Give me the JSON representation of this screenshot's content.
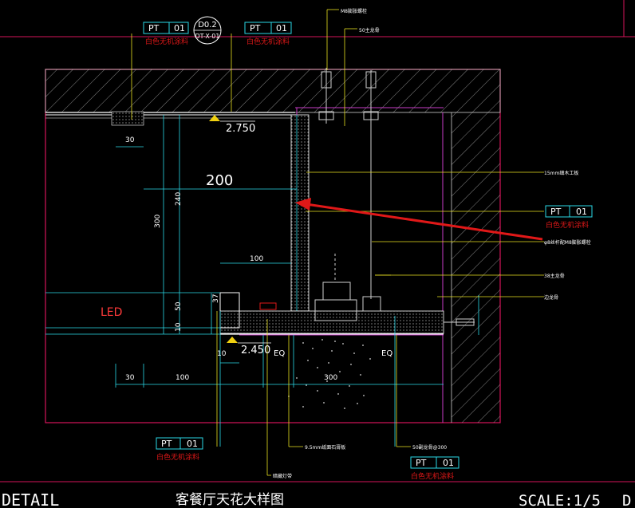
{
  "detail": {
    "circle_top": "D0.2",
    "circle_bottom": "DT-X-01"
  },
  "tags": {
    "pt_label": "PT",
    "pt_num": "01",
    "paint_note": "白色无机涂料"
  },
  "levels": {
    "ceiling_top": "2.750",
    "ceiling_bottom": "2.450"
  },
  "dims": {
    "d30_top": "30",
    "d200": "200",
    "d240": "240",
    "d300_v": "300",
    "d100": "100",
    "d37": "37",
    "d50": "50",
    "d10_v": "10",
    "d10_h": "10",
    "d30_bottom": "30",
    "d100_bottom": "100",
    "d300_h": "300",
    "eq": "EQ"
  },
  "led_label": "LED",
  "callouts": {
    "m8_boom": "M8膨胀螺栓",
    "main_keel_50": "50主龙骨",
    "board_15mm": "15mm细木工板",
    "boom_rod": "φ8丝杆配M8膨胀螺栓",
    "keel_38": "38主龙骨",
    "edge_keel": "边龙骨",
    "gypsum_95": "9.5mm纸面石膏板",
    "light_strip": "暗藏灯带",
    "aux_keel_50": "50副龙骨@300"
  },
  "footer": {
    "left": "DETAIL",
    "title": "客餐厅天花大样图",
    "scale": "SCALE:1/5",
    "right_fragment": "D"
  },
  "colors": {
    "frame_red": "#d4145a",
    "wall_magenta": "#c83cc8",
    "dim_cyan": "#2ad8e6",
    "leader_yellow": "#e8e020",
    "leader_green": "#22cc44",
    "text_white": "#ffffff",
    "arrow_red": "#e01818",
    "led_red": "#ff3a3a"
  }
}
